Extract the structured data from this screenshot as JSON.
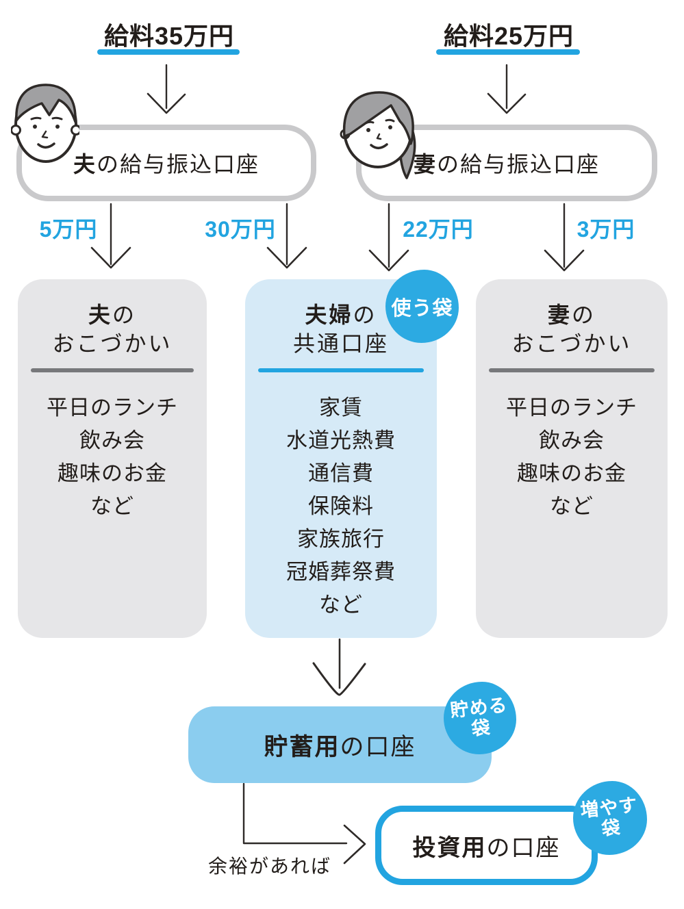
{
  "colors": {
    "accent_blue": "#22a4e0",
    "badge_blue": "#2caae2",
    "light_blue_fill": "#d6eaf7",
    "mid_blue_fill": "#8bcdef",
    "gray_fill": "#e6e6e8",
    "gray_border": "#c9c9cb",
    "divider_gray": "#77787b",
    "line_dark": "#2e2a28"
  },
  "husband_flow": {
    "salary": "給料35万円",
    "account_owner": "夫",
    "account_suffix": "の給与振込口座",
    "allocations": [
      {
        "amount": "5万円"
      },
      {
        "amount": "30万円"
      }
    ]
  },
  "wife_flow": {
    "salary": "給料25万円",
    "account_owner": "妻",
    "account_suffix": "の給与振込口座",
    "allocations": [
      {
        "amount": "22万円"
      },
      {
        "amount": "3万円"
      }
    ]
  },
  "husband_pocket_box": {
    "title_owner": "夫",
    "title_suffix": "の",
    "title_line2": "おこづかい",
    "items": [
      "平日のランチ",
      "飲み会",
      "趣味のお金",
      "など"
    ]
  },
  "joint_account_box": {
    "title_owner": "夫婦",
    "title_suffix": "の",
    "title_line2": "共通口座",
    "badge": "使う袋",
    "items": [
      "家賃",
      "水道光熱費",
      "通信費",
      "保険料",
      "家族旅行",
      "冠婚葬祭費",
      "など"
    ]
  },
  "wife_pocket_box": {
    "title_owner": "妻",
    "title_suffix": "の",
    "title_line2": "おこづかい",
    "items": [
      "平日のランチ",
      "飲み会",
      "趣味のお金",
      "など"
    ]
  },
  "savings": {
    "label_main": "貯蓄用",
    "label_suffix": "の口座",
    "badge_line1": "貯める",
    "badge_line2": "袋"
  },
  "investment": {
    "label_main": "投資用",
    "label_suffix": "の口座",
    "badge_line1": "増やす",
    "badge_line2": "袋",
    "condition_label": "余裕があれば"
  }
}
